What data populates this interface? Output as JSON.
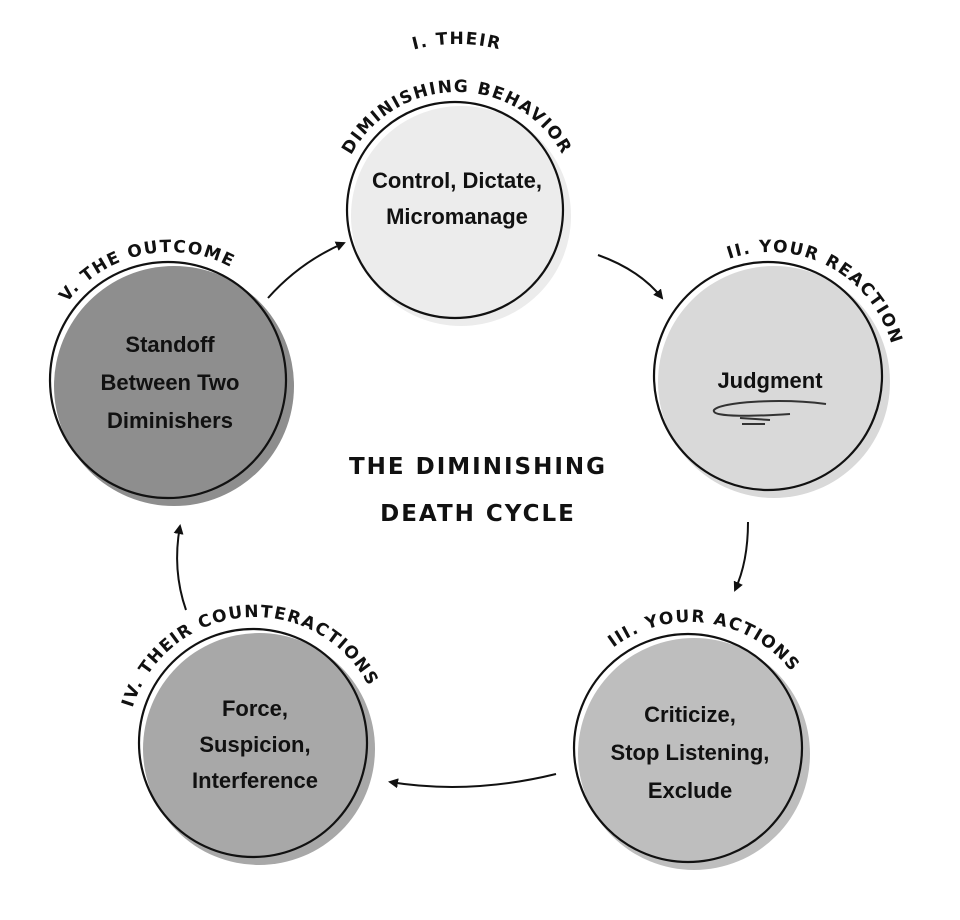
{
  "title": {
    "line1": "THE DIMINISHING",
    "line2": "DEATH CYCLE"
  },
  "stages": [
    {
      "id": "i",
      "label_lines": [
        "I. THEIR",
        "DIMINISHING BEHAVIOR"
      ],
      "body_lines": [
        "Control, Dictate,",
        "Micromanage"
      ],
      "fill": "#ececec"
    },
    {
      "id": "ii",
      "label_lines": [
        "II. YOUR REACTION"
      ],
      "body_lines": [
        "Judgment"
      ],
      "fill": "#d9d9d9"
    },
    {
      "id": "iii",
      "label_lines": [
        "III. YOUR ACTIONS"
      ],
      "body_lines": [
        "Criticize,",
        "Stop Listening,",
        "Exclude"
      ],
      "fill": "#bebebe"
    },
    {
      "id": "iv",
      "label_lines": [
        "IV. THEIR COUNTERACTIONS"
      ],
      "body_lines": [
        "Force,",
        "Suspicion,",
        "Interference"
      ],
      "fill": "#a8a8a8"
    },
    {
      "id": "v",
      "label_lines": [
        "V. THE OUTCOME"
      ],
      "body_lines": [
        "Standoff",
        "Between Two",
        "Diminishers"
      ],
      "fill": "#8e8e8e"
    }
  ]
}
